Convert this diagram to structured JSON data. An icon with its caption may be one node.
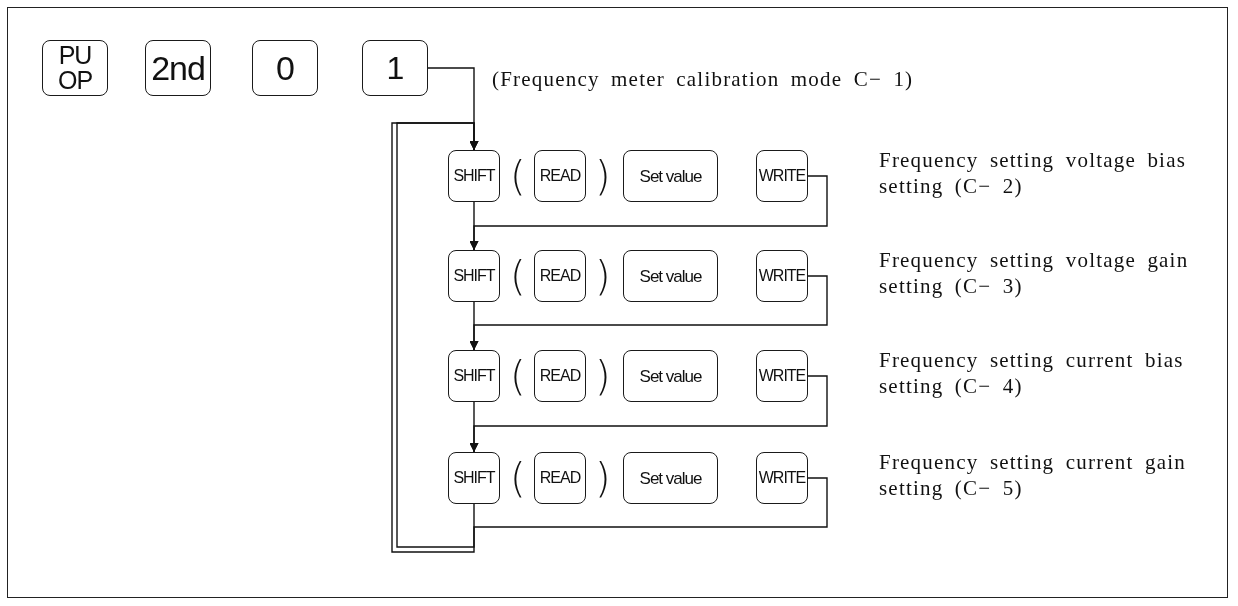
{
  "diagram": {
    "nodes": [
      {
        "text": [
          "PU OP"
        ]
      },
      {
        "text": [
          "2nd"
        ]
      },
      {
        "text": [
          "0"
        ]
      },
      {
        "text": [
          "1"
        ],
        "beside": [
          "(Frequency meter calibration mode C− 1)"
        ]
      },
      {
        "text": [
          "SHIFT"
        ]
      },
      {
        "text": [
          "READ"
        ]
      },
      {
        "text": [
          "Set value"
        ]
      },
      {
        "text": [
          "WRITE"
        ],
        "beside": [
          "Frequency setting voltage bias setting (C− 2)"
        ]
      },
      {
        "text": [
          "SHIFT"
        ]
      },
      {
        "text": [
          "READ"
        ]
      },
      {
        "text": [
          "Set value"
        ]
      },
      {
        "text": [
          "WRITE"
        ],
        "beside": [
          "Frequency setting voltage gain setting (C− 3)"
        ]
      },
      {
        "text": [
          "SHIFT"
        ]
      },
      {
        "text": [
          "READ"
        ]
      },
      {
        "text": [
          "Set value"
        ]
      },
      {
        "text": [
          "WRITE"
        ],
        "beside": [
          "Frequency setting current bias setting (C− 4)"
        ]
      },
      {
        "text": [
          "SHIFT"
        ]
      },
      {
        "text": [
          "READ"
        ]
      },
      {
        "text": [
          "Set value"
        ]
      },
      {
        "text": [
          "WRITE"
        ],
        "beside": [
          "Frequency setting current gain setting (C− 5)"
        ]
      }
    ],
    "edges": [
      {
        "from": 3,
        "to": 4,
        "arrow": "to"
      },
      {
        "from": 4,
        "to": 8,
        "arrow": "to"
      },
      {
        "from": 7,
        "to": 8,
        "arrow": "to"
      },
      {
        "from": 8,
        "to": 12,
        "arrow": "to"
      },
      {
        "from": 11,
        "to": 12,
        "arrow": "to"
      },
      {
        "from": 12,
        "to": 16,
        "arrow": "to"
      },
      {
        "from": 15,
        "to": 16,
        "arrow": "to"
      },
      {
        "from": 16,
        "to": 4,
        "arrow": "to"
      },
      {
        "from": 19,
        "to": 4,
        "arrow": "to"
      }
    ],
    "labels": [
      "(",
      ")",
      "(",
      ")",
      "(",
      ")",
      "(",
      ")"
    ]
  }
}
